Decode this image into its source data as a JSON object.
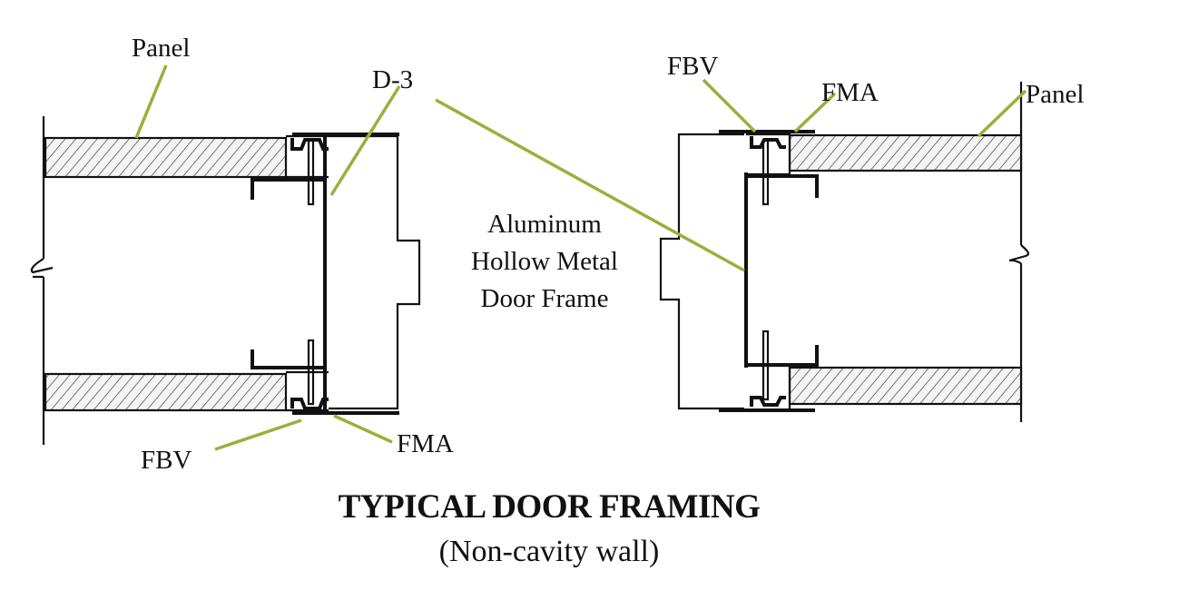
{
  "labels": {
    "panel_left": "Panel",
    "d3": "D-3",
    "fbv_left": "FBV",
    "fma_left": "FMA",
    "fbv_right": "FBV",
    "fma_right": "FMA",
    "panel_right": "Panel",
    "frame_line1": "Aluminum",
    "frame_line2": "Hollow Metal",
    "frame_line3": "Door Frame"
  },
  "title": "TYPICAL DOOR FRAMING",
  "subtitle": "(Non-cavity wall)",
  "colors": {
    "leader": "#9ab03c",
    "ink": "#111111"
  }
}
